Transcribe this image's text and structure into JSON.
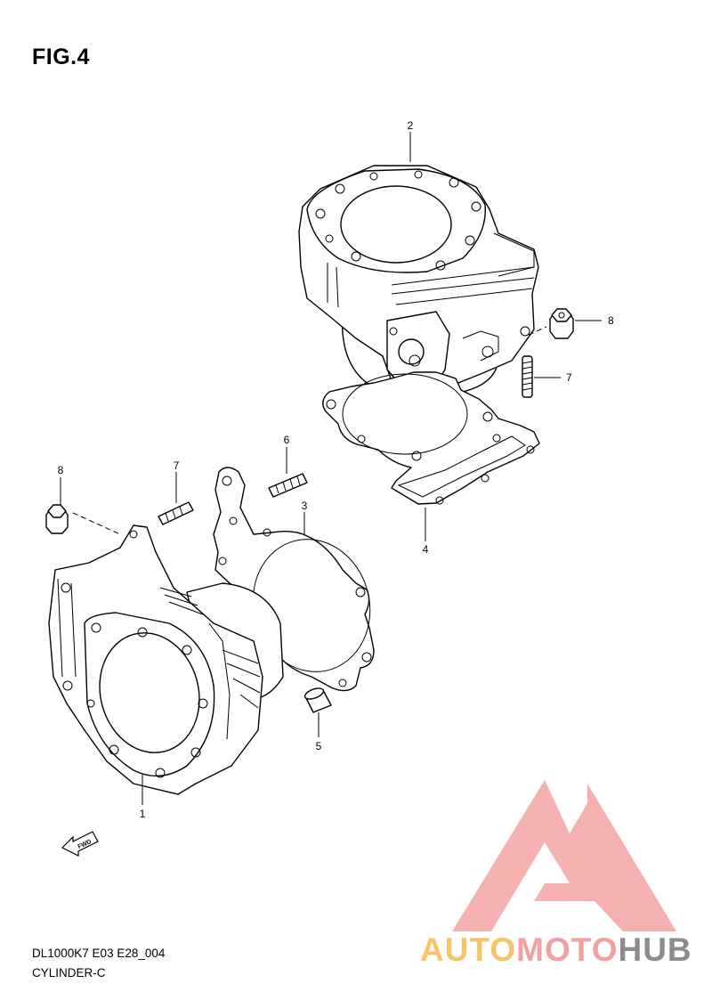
{
  "figure": {
    "title": "FIG.4",
    "model_code": "DL1000K7 E03 E28_004",
    "description": "CYLINDER-C"
  },
  "callouts": {
    "c1": "1",
    "c2": "2",
    "c3": "3",
    "c4": "4",
    "c5": "5",
    "c6": "6",
    "c7a": "7",
    "c7b": "7",
    "c8a": "8",
    "c8b": "8"
  },
  "fwd_label": "FWD",
  "watermark": {
    "part1": "AUTO",
    "part2": "MOTO",
    "part3": "HUB",
    "colors": {
      "auto": "#f7c46c",
      "moto": "#f2a0a2",
      "hub": "#8c8c8c",
      "logo": "#f4a3a3"
    }
  }
}
